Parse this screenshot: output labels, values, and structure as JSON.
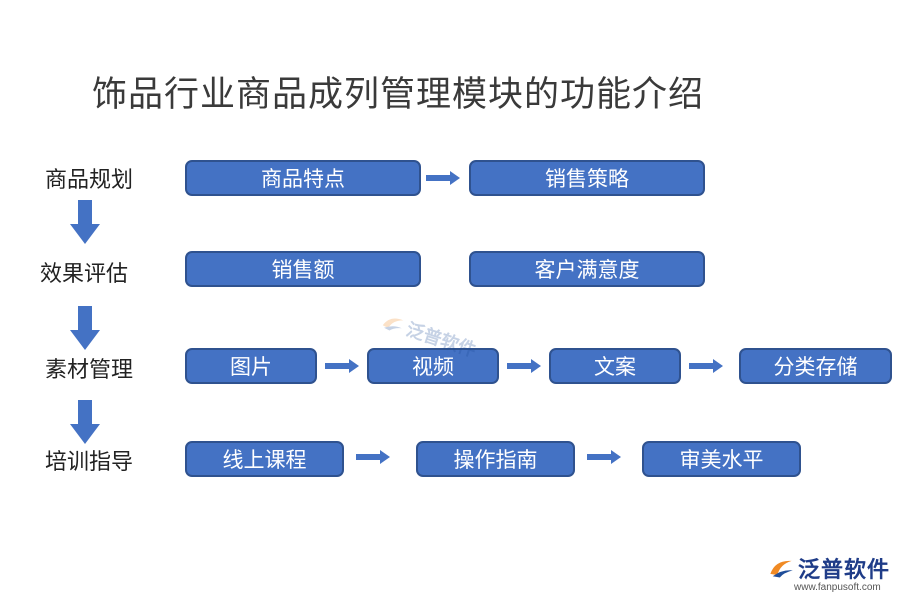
{
  "title": "饰品行业商品成列管理模块的功能介绍",
  "stages": [
    {
      "label": "商品规划",
      "boxes": [
        "商品特点",
        "销售策略"
      ]
    },
    {
      "label": "效果评估",
      "boxes": [
        "销售额",
        "客户满意度"
      ]
    },
    {
      "label": "素材管理",
      "boxes": [
        "图片",
        "视频",
        "文案",
        "分类存储"
      ]
    },
    {
      "label": "培训指导",
      "boxes": [
        "线上课程",
        "操作指南",
        "审美水平"
      ]
    }
  ],
  "brand": {
    "name": "泛普软件",
    "url": "www.fanpusoft.com",
    "watermark": "泛普软件"
  },
  "colors": {
    "box_fill": "#4472c4",
    "box_border": "#2f528f",
    "arrow": "#4472c4",
    "logo_orange": "#f08a24"
  }
}
